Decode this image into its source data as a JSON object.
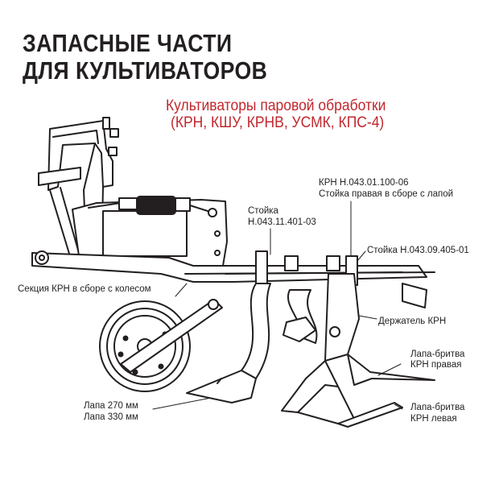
{
  "header": {
    "title_line1": "ЗАПАСНЫЕ ЧАСТИ",
    "title_line2": "ДЛЯ КУЛЬТИВАТОРОВ",
    "subtitle_line1": "Культиваторы паровой обработки",
    "subtitle_line2": "(КРН, КШУ, КРНВ, УСМК, КПС-4)"
  },
  "labels": {
    "krn_043_01_100_06_code": "КРН Н.043.01.100-06",
    "krn_043_01_100_06_name": "Стойка правая в сборе с лапой",
    "stoyka_code_line1": "Стойка",
    "stoyka_code_line2": "Н.043.11.401-03",
    "stoyka_09_405": "Стойка Н.043.09.405-01",
    "section_krn": "Секция КРН в сборе с колесом",
    "derzhatel": "Держатель КРН",
    "lapa_britva_right_line1": "Лапа-бритва",
    "lapa_britva_right_line2": "КРН правая",
    "lapa_270": "Лапа 270 мм",
    "lapa_330": "Лапа 330 мм",
    "lapa_britva_left_line1": "Лапа-бритва",
    "lapa_britva_left_line2": "КРН левая"
  },
  "colors": {
    "text": "#231f20",
    "accent_red": "#c0272d",
    "line": "#231f20"
  }
}
